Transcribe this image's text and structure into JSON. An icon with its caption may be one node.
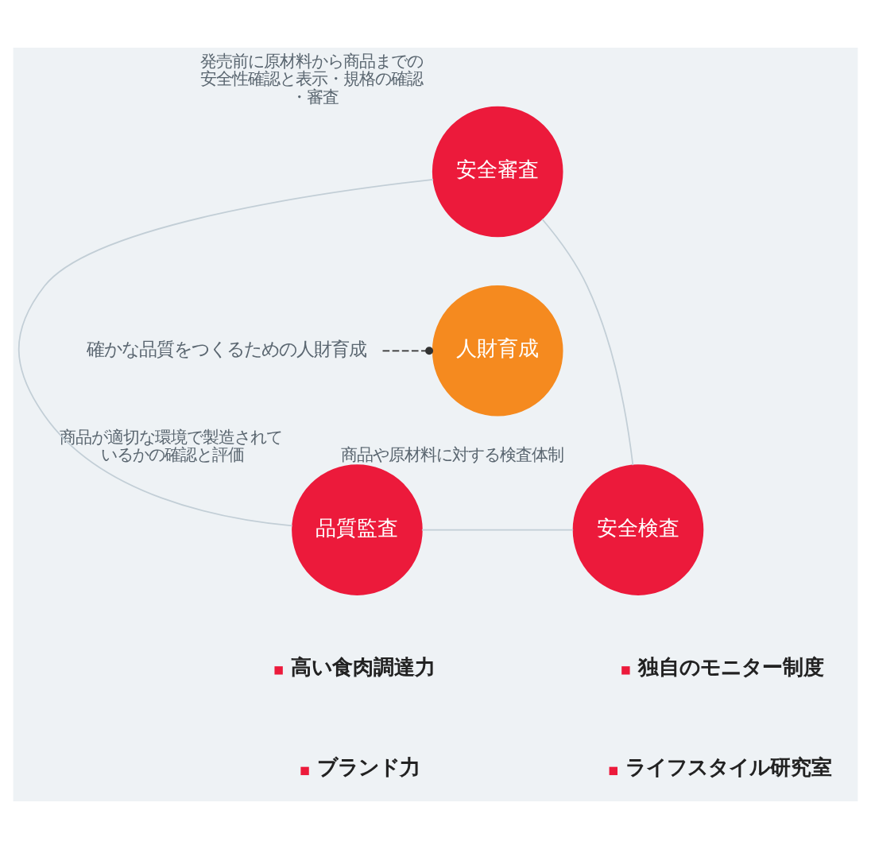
{
  "diagram": {
    "nodes": [
      {
        "text": [
          "安全審査"
        ],
        "beside": [
          "発売前に原材料から商品までの安全性確認と表示・規格の確認・審査"
        ]
      },
      {
        "text": [
          "確かな品質をつくるための人財育成"
        ]
      },
      {
        "text": [
          "人財育成"
        ]
      },
      {
        "text": [
          "品質監査"
        ],
        "beside": [
          "商品が適切な環境で製造されているかの確認と評価"
        ]
      },
      {
        "text": [
          "安全検査"
        ],
        "beside": [
          "商品や原材料に対する検査体制"
        ]
      }
    ],
    "edges": [
      {
        "from": 0,
        "to": 3,
        "arrow": "none"
      },
      {
        "from": 0,
        "to": 4,
        "arrow": "none"
      },
      {
        "from": 3,
        "to": 4,
        "arrow": "none"
      },
      {
        "from": 1,
        "to": 2,
        "arrow": "other",
        "style": "dashed",
        "color": "#333333"
      }
    ],
    "labels": [
      "高い食肉調達力",
      "独自のモニター制度",
      "ブランド力",
      "ライフスタイル研究室"
    ]
  }
}
